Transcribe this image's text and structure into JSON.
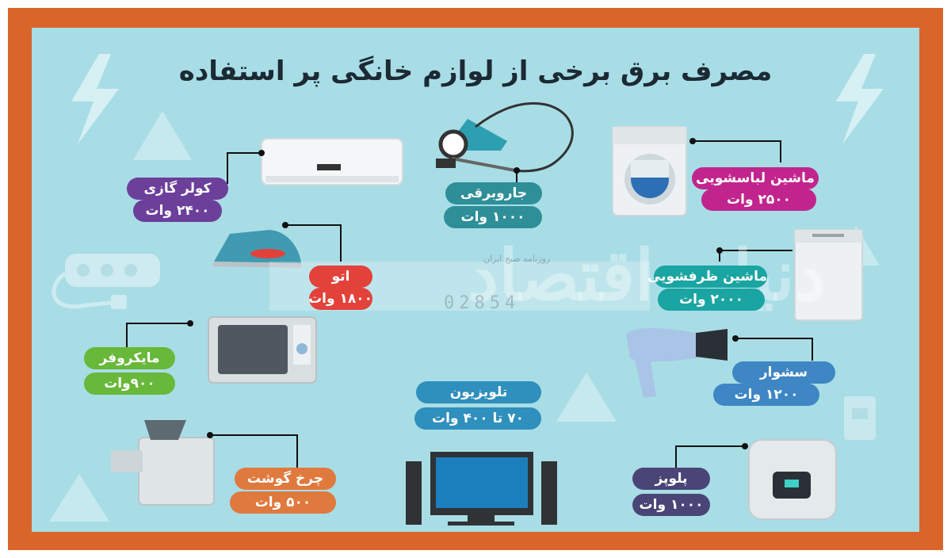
{
  "title": "مصرف برق برخی از لوازم خانگی پر استفاده",
  "watermark": {
    "brand": "دنیای اقتصاد",
    "subtitle": "روزنامه صبح ایران",
    "number": "02854"
  },
  "appliances": [
    {
      "key": "air_conditioner",
      "name": "کولر گازی",
      "watts": "۲۴۰۰ وات",
      "color": "#6c3f9b"
    },
    {
      "key": "vacuum",
      "name": "جاروبرقی",
      "watts": "۱۰۰۰ وات",
      "color": "#2e8f98"
    },
    {
      "key": "washing_machine",
      "name": "ماشین لباسشویی",
      "watts": "۲۵۰۰ وات",
      "color": "#c1258d"
    },
    {
      "key": "iron",
      "name": "اتو",
      "watts": "۱۸۰۰ وات",
      "color": "#e2423a"
    },
    {
      "key": "dishwasher",
      "name": "ماشین ظرفشویی",
      "watts": "۲۰۰۰ وات",
      "color": "#1aa5a2"
    },
    {
      "key": "microwave",
      "name": "مایکروفر",
      "watts": "۹۰۰وات",
      "color": "#68b83a"
    },
    {
      "key": "hair_dryer",
      "name": "سشوار",
      "watts": "۱۲۰۰ وات",
      "color": "#3e86c4"
    },
    {
      "key": "tv",
      "name": "تلویزیون",
      "watts": "۷۰ تا ۴۰۰ وات",
      "color": "#2f8fbd"
    },
    {
      "key": "meat_grinder",
      "name": "چرخ گوشت",
      "watts": "۵۰۰ وات",
      "color": "#e0793d"
    },
    {
      "key": "rice_cooker",
      "name": "پلوپز",
      "watts": "۱۰۰۰ وات",
      "color": "#4a4577"
    }
  ]
}
